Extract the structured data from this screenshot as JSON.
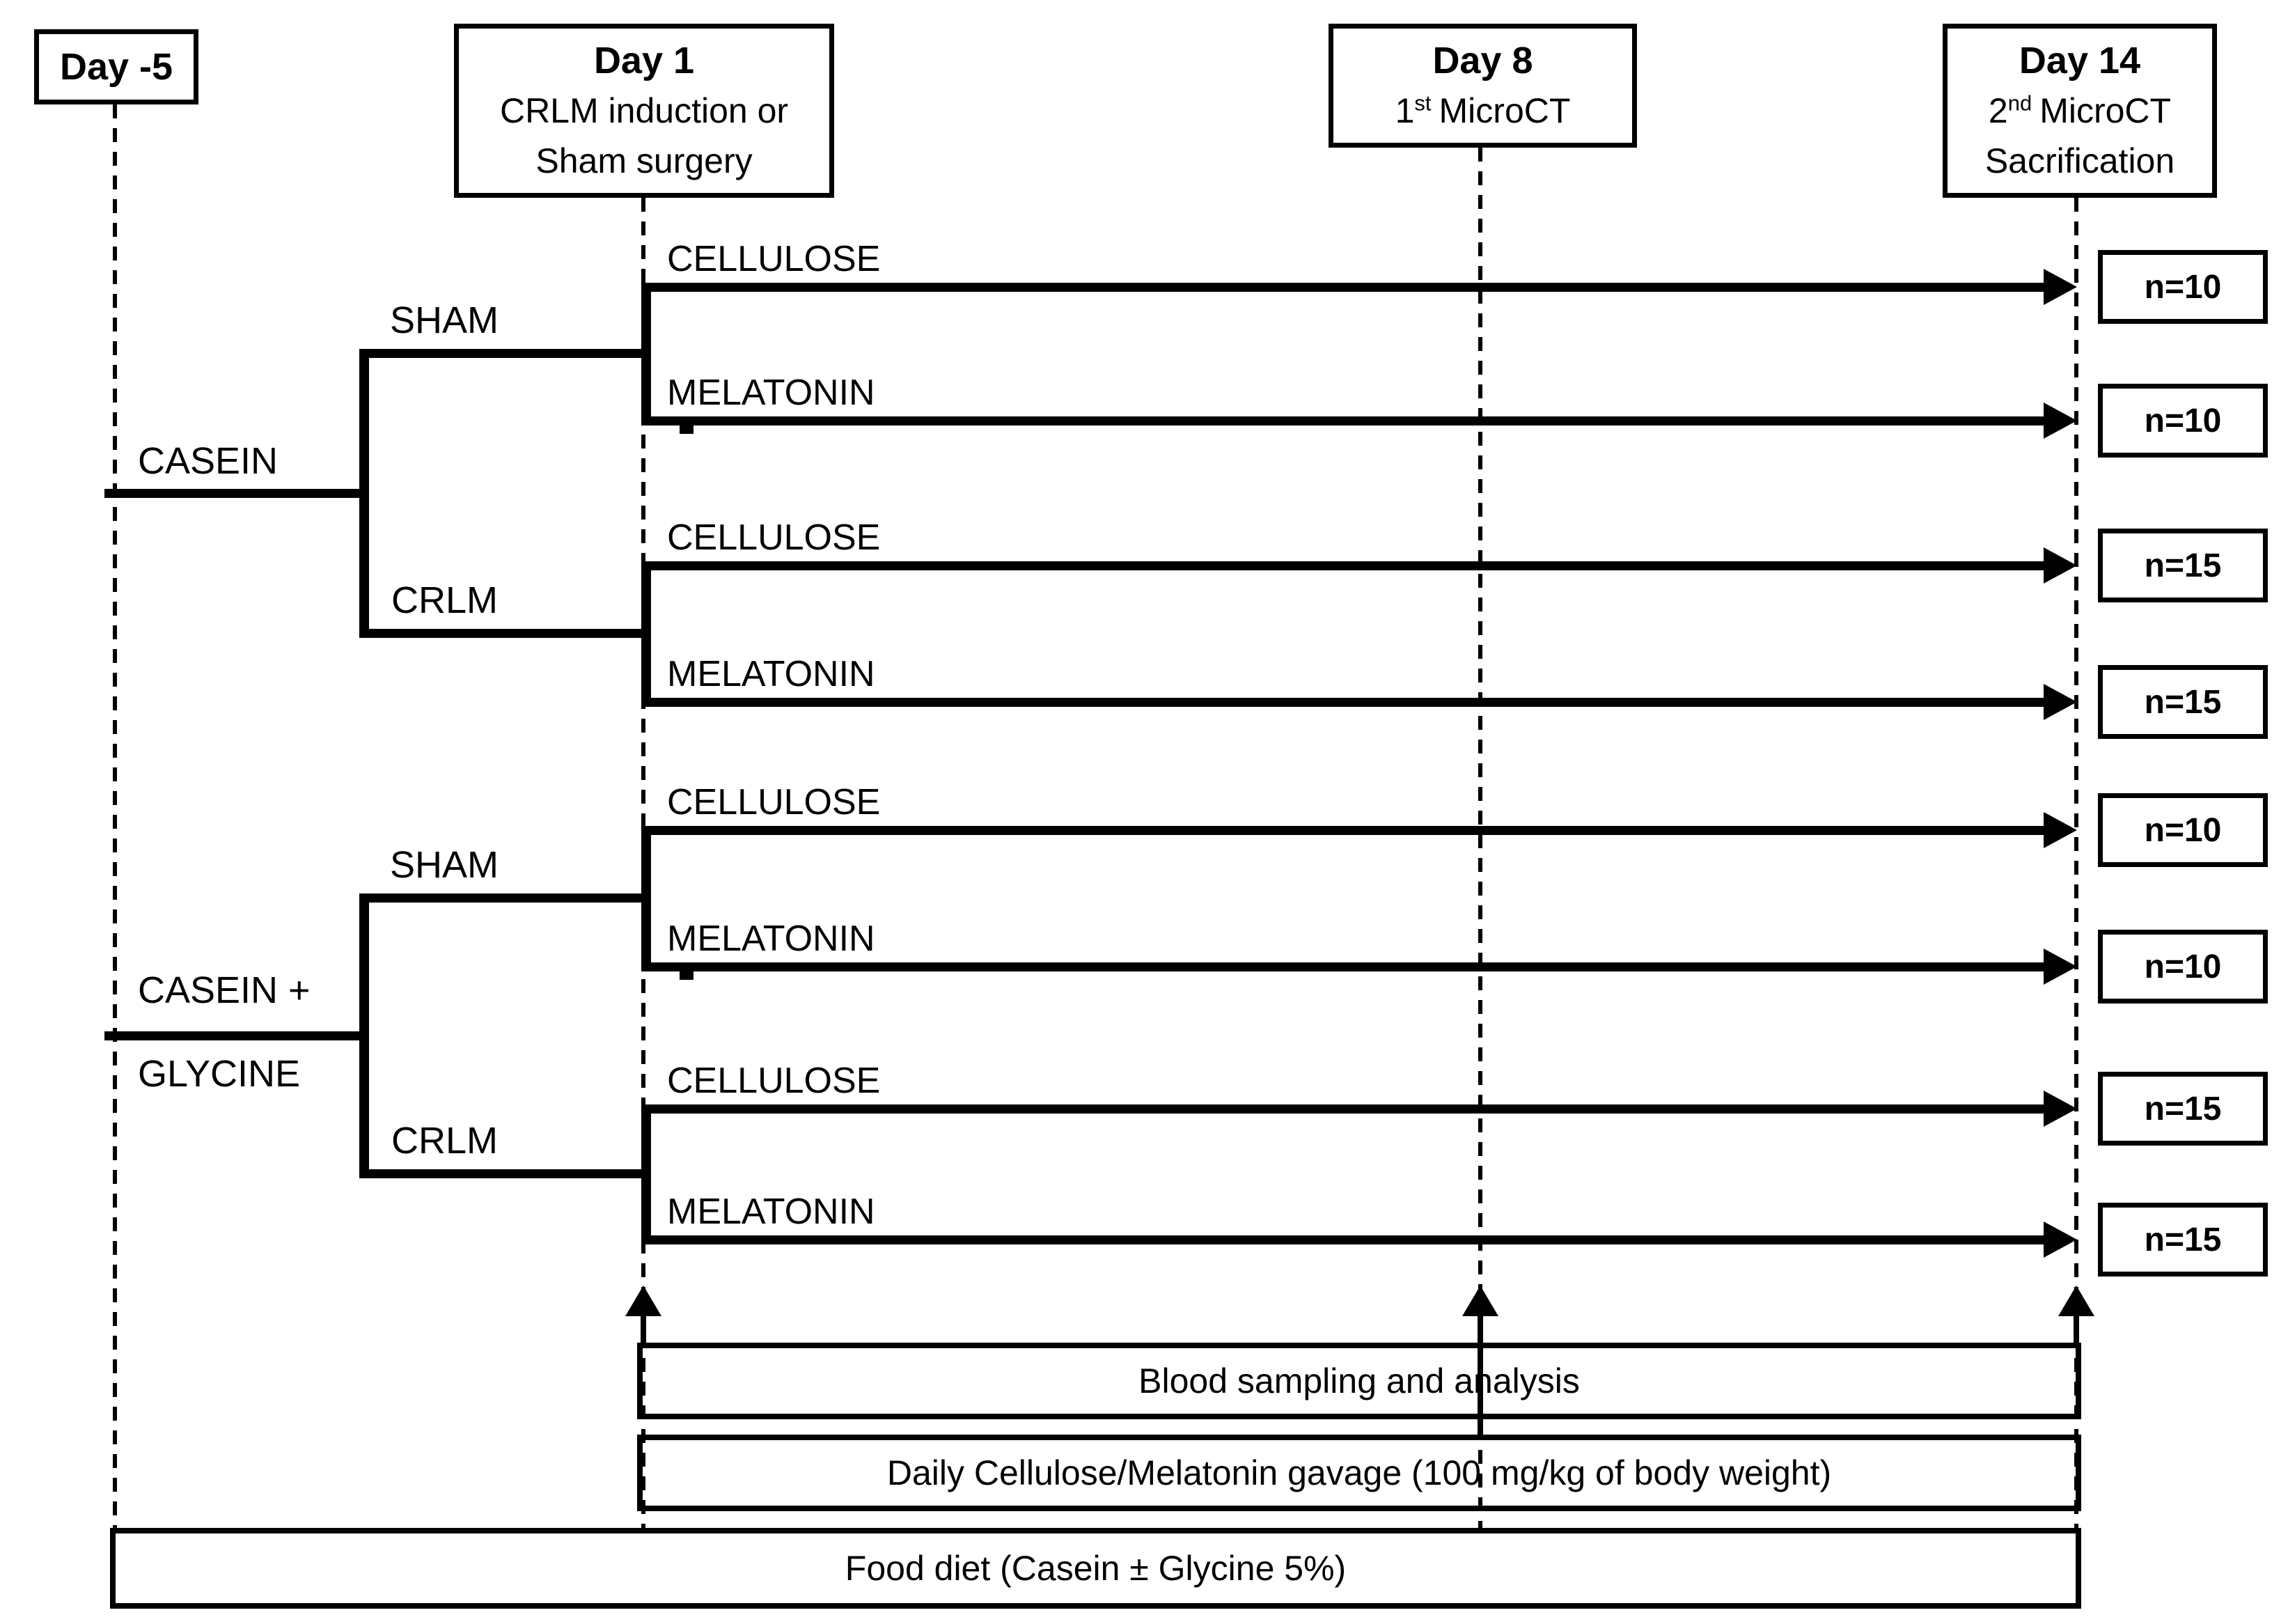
{
  "milestones": {
    "day_minus5": {
      "title": "Day -5"
    },
    "day1": {
      "title": "Day 1",
      "line2": "CRLM induction or",
      "line3": "Sham surgery"
    },
    "day8": {
      "title": "Day 8",
      "ord_base": "1",
      "ord_sup": "st",
      "rest": "MicroCT"
    },
    "day14": {
      "title": "Day 14",
      "ord_base": "2",
      "ord_sup": "nd",
      "rest": "MicroCT",
      "line3": "Sacrification"
    }
  },
  "tree": {
    "group1": {
      "diet": "CASEIN",
      "sham": "SHAM",
      "crlm": "CRLM"
    },
    "group2": {
      "diet_line1": "CASEIN +",
      "diet_line2": "GLYCINE",
      "sham": "SHAM",
      "crlm": "CRLM"
    },
    "arms": [
      {
        "label": "CELLULOSE",
        "n": "n=10"
      },
      {
        "label": "MELATONIN",
        "n": "n=10"
      },
      {
        "label": "CELLULOSE",
        "n": "n=15"
      },
      {
        "label": "MELATONIN",
        "n": "n=15"
      },
      {
        "label": "CELLULOSE",
        "n": "n=10"
      },
      {
        "label": "MELATONIN",
        "n": "n=10"
      },
      {
        "label": "CELLULOSE",
        "n": "n=15"
      },
      {
        "label": "MELATONIN",
        "n": "n=15"
      }
    ]
  },
  "bars": [
    {
      "label": "Blood sampling and analysis"
    },
    {
      "label": "Daily Cellulose/Melatonin gavage (100 mg/kg of body weight)"
    },
    {
      "label": "Food diet (Casein ± Glycine 5%)"
    }
  ]
}
